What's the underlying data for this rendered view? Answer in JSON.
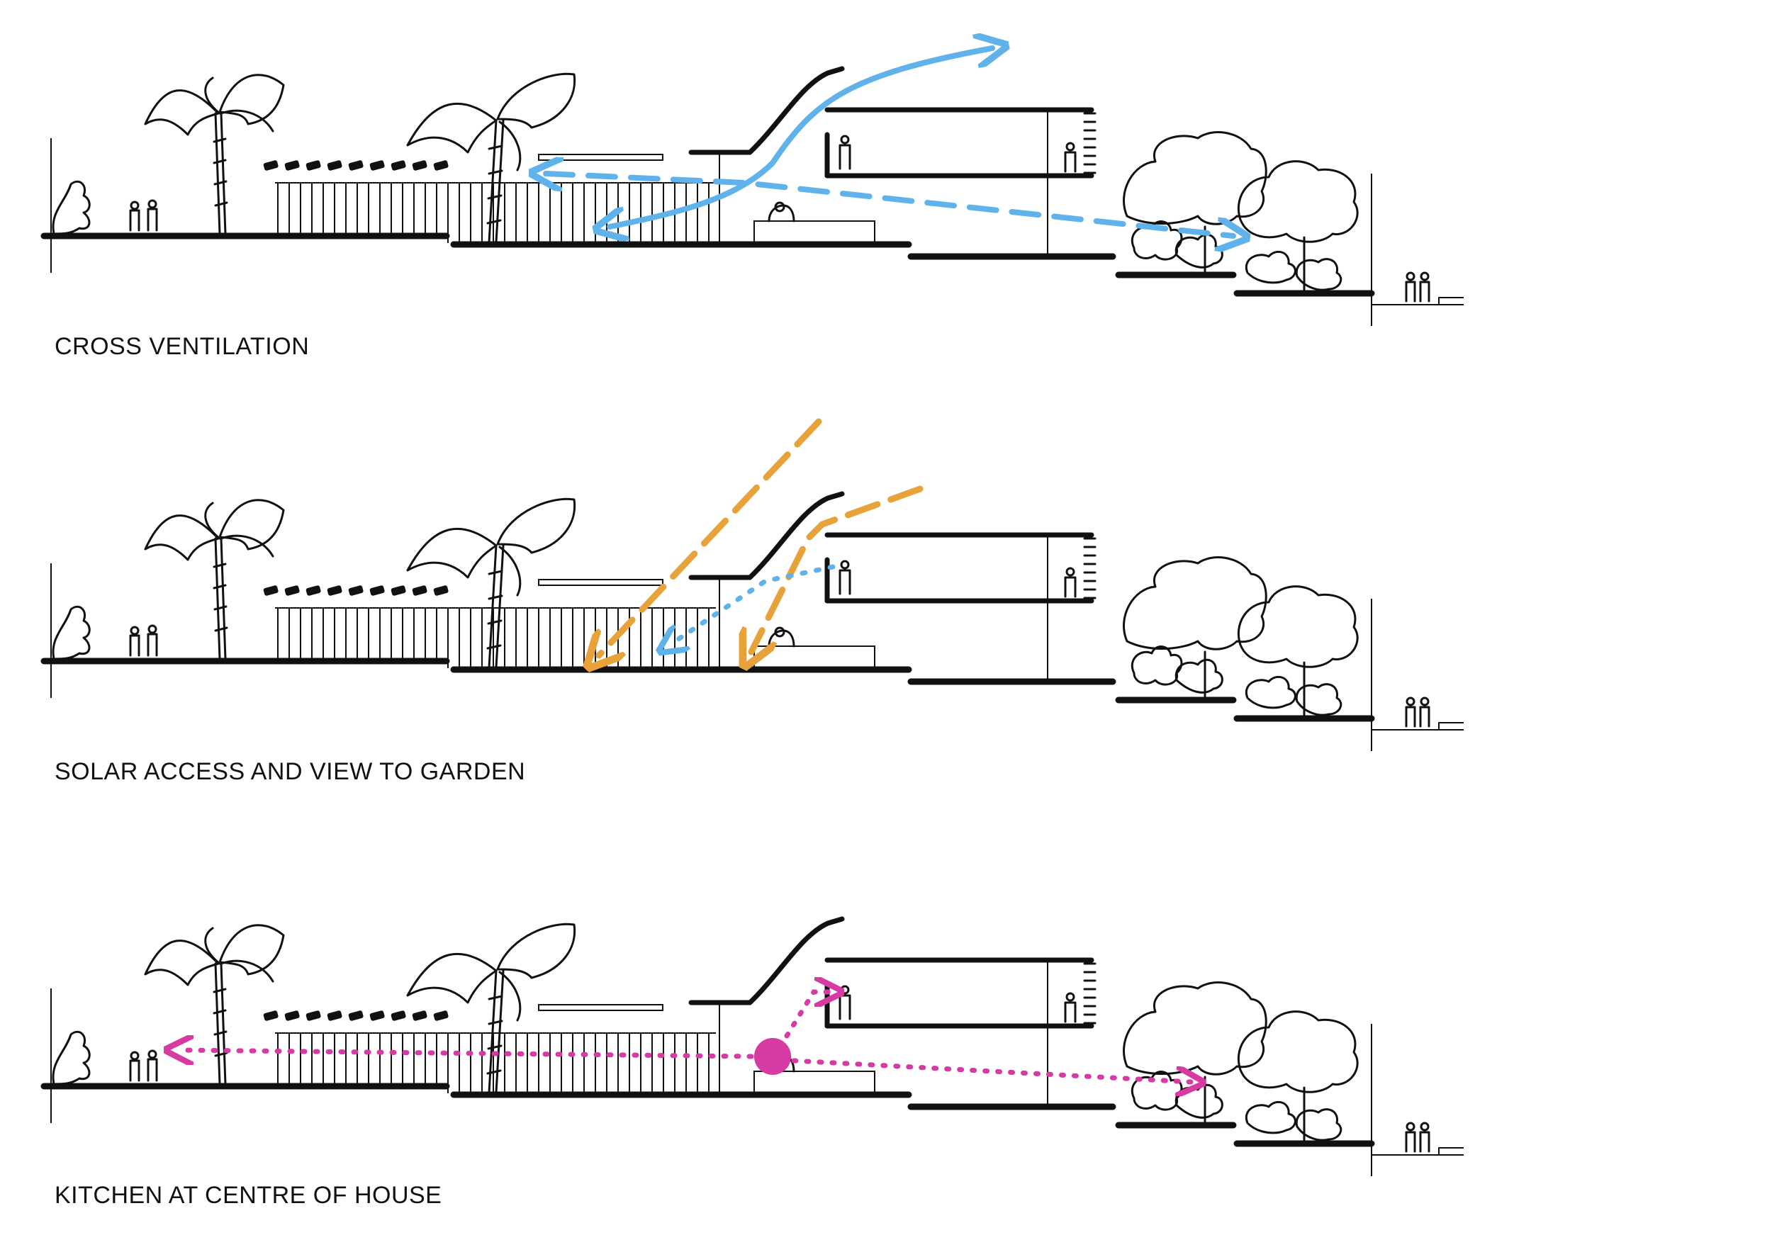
{
  "diagrams": [
    {
      "caption": "CROSS VENTILATION"
    },
    {
      "caption": "SOLAR ACCESS AND VIEW TO GARDEN"
    },
    {
      "caption": "KITCHEN AT CENTRE OF HOUSE"
    }
  ],
  "colors": {
    "wind": "#5fb2ea",
    "sun": "#e8a23a",
    "view": "#5fb2ea",
    "kitchen": "#d63aa3",
    "ink": "#111111"
  }
}
